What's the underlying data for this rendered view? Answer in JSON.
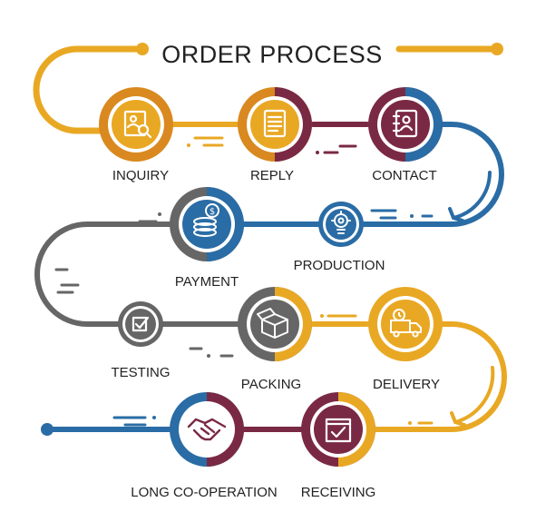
{
  "title": "ORDER PROCESS",
  "colors": {
    "yellow": "#E9A823",
    "orange": "#D9891F",
    "maroon": "#7A2944",
    "blue": "#2A6CA5",
    "gray": "#666666",
    "dark": "#222222"
  },
  "steps": [
    {
      "label": "INQUIRY",
      "icon": "inquiry-document-magnifier-icon"
    },
    {
      "label": "REPLY",
      "icon": "reply-scroll-icon"
    },
    {
      "label": "CONTACT",
      "icon": "contact-notebook-icon"
    },
    {
      "label": "PRODUCTION",
      "icon": "production-gear-bulb-icon"
    },
    {
      "label": "PAYMENT",
      "icon": "payment-coins-icon"
    },
    {
      "label": "TESTING",
      "icon": "testing-checkbox-icon"
    },
    {
      "label": "PACKING",
      "icon": "packing-box-icon"
    },
    {
      "label": "DELIVERY",
      "icon": "delivery-truck-icon"
    },
    {
      "label": "RECEIVING",
      "icon": "receiving-box-check-icon"
    },
    {
      "label": "LONG CO-OPERATION",
      "icon": "cooperation-handshake-icon"
    }
  ]
}
